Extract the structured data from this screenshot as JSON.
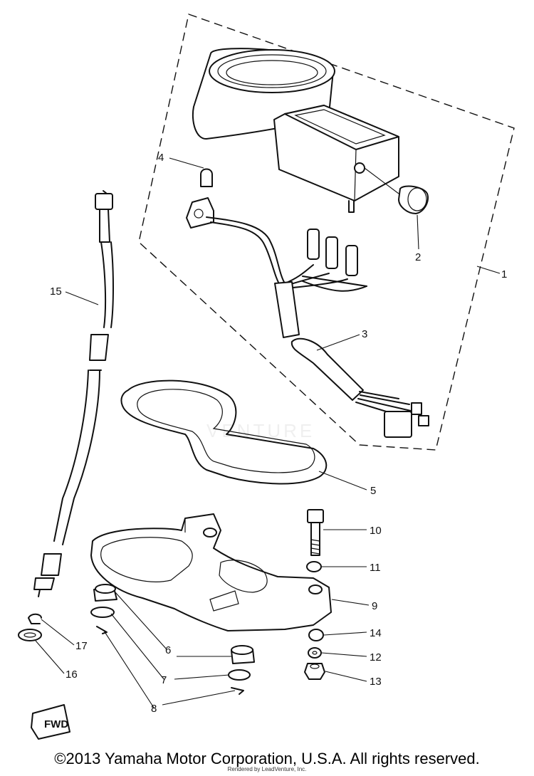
{
  "callouts": {
    "p1": "1",
    "p2": "2",
    "p3": "3",
    "p4": "4",
    "p5": "5",
    "p6": "6",
    "p7": "7",
    "p8": "8",
    "p9": "9",
    "p10": "10",
    "p11": "11",
    "p12": "12",
    "p13": "13",
    "p14": "14",
    "p15": "15",
    "p16": "16",
    "p17": "17"
  },
  "fwd_mark": "FWD",
  "watermark": "VENTURE",
  "footer": {
    "copyright": "©2013 Yamaha Motor Corporation, U.S.A. All rights reserved.",
    "rendered_by": "Rendered by LeadVenture, Inc."
  }
}
